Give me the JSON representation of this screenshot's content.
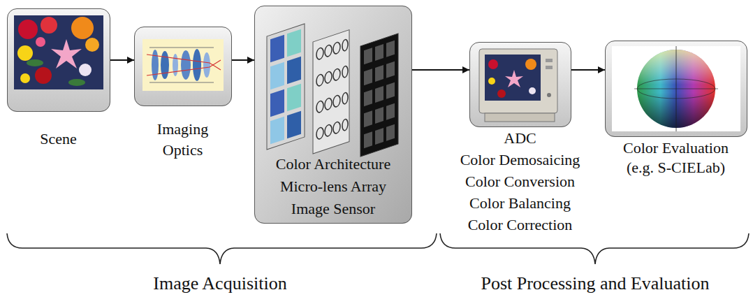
{
  "diagram": {
    "nodes": [
      {
        "text": [
          "Scene"
        ]
      },
      {
        "text": [
          "Imaging Optics"
        ]
      },
      {
        "text": [
          "Color Architecture",
          "Micro-lens Array",
          "Image Sensor"
        ]
      },
      {
        "text": [
          "ADC",
          "Color Demosaicing",
          "Color Conversion",
          "Color Balancing",
          "Color Correction"
        ]
      },
      {
        "text": [
          "Color Evaluation (e.g. S-CIELab)"
        ]
      }
    ],
    "edges": [
      {
        "from": 0,
        "to": 1,
        "arrow": "to"
      },
      {
        "from": 1,
        "to": 2,
        "arrow": "to"
      },
      {
        "from": 2,
        "to": 3,
        "arrow": "to"
      },
      {
        "from": 3,
        "to": 4,
        "arrow": "to"
      }
    ],
    "labels": [
      "Image Acquisition",
      "Post Processing and Evaluation"
    ]
  }
}
